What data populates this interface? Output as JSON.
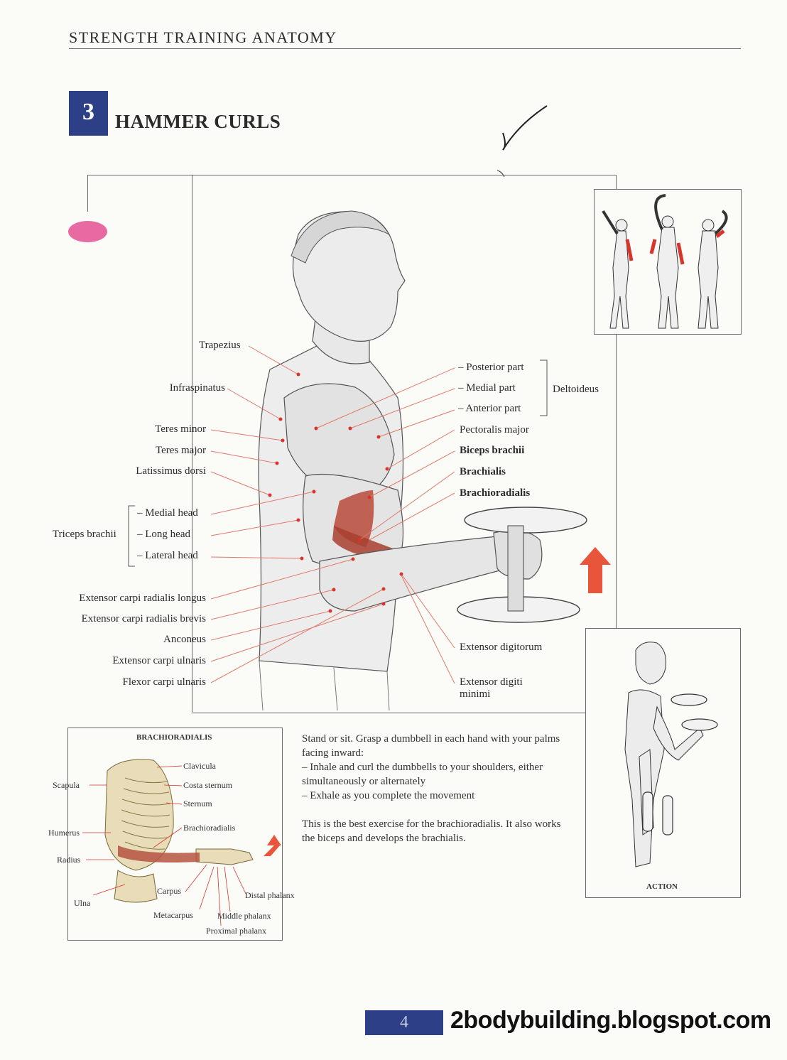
{
  "header": {
    "book_title": "STRENGTH TRAINING ANATOMY"
  },
  "exercise": {
    "number": "3",
    "title": "HAMMER CURLS"
  },
  "muscles_left": {
    "trapezius": "Trapezius",
    "infraspinatus": "Infraspinatus",
    "teres_minor": "Teres minor",
    "teres_major": "Teres major",
    "latissimus": "Latissimus dorsi",
    "triceps_group": "Triceps brachii",
    "medial_head": "– Medial head",
    "long_head": "– Long head",
    "lateral_head": "– Lateral head",
    "ecr_longus": "Extensor carpi radialis longus",
    "ecr_brevis": "Extensor carpi radialis brevis",
    "anconeus": "Anconeus",
    "ec_ulnaris": "Extensor carpi ulnaris",
    "fc_ulnaris": "Flexor carpi ulnaris"
  },
  "muscles_right": {
    "posterior": "– Posterior part",
    "medial": "– Medial part",
    "anterior": "– Anterior part",
    "deltoid_group": "Deltoideus",
    "pectoralis": "Pectoralis major",
    "biceps": "Biceps brachii",
    "brachialis": "Brachialis",
    "brachioradialis": "Brachioradialis",
    "ext_digitorum": "Extensor digitorum",
    "ext_digiti_minimi_1": "Extensor digiti",
    "ext_digiti_minimi_2": "minimi"
  },
  "skeleton_inset": {
    "title": "BRACHIORADIALIS",
    "scapula": "Scapula",
    "humerus": "Humerus",
    "radius": "Radius",
    "ulna": "Ulna",
    "clavicula": "Clavicula",
    "costa_sternum": "Costa sternum",
    "sternum": "Sternum",
    "brachioradialis": "Brachioradialis",
    "carpus": "Carpus",
    "metacarpus": "Metacarpus",
    "distal_phalanx": "Distal phalanx",
    "middle_phalanx": "Middle phalanx",
    "proximal_phalanx": "Proximal phalanx"
  },
  "instructions": {
    "line1": "Stand or sit. Grasp a dumbbell in each hand with your palms facing inward:",
    "line2": "– Inhale and curl the dumbbells to your shoulders, either simultaneously or alternately",
    "line3": "– Exhale as you complete the movement",
    "line4": "This is the best exercise for the brachioradialis. It also works the biceps and develops the brachialis."
  },
  "action_inset": {
    "caption": "ACTION"
  },
  "footer": {
    "page_number": "4",
    "watermark": "2bodybuilding.blogspot.com"
  },
  "colors": {
    "accent_blue": "#2d3f86",
    "muscle_red": "#c0392b",
    "pink": "#e86aa3"
  }
}
